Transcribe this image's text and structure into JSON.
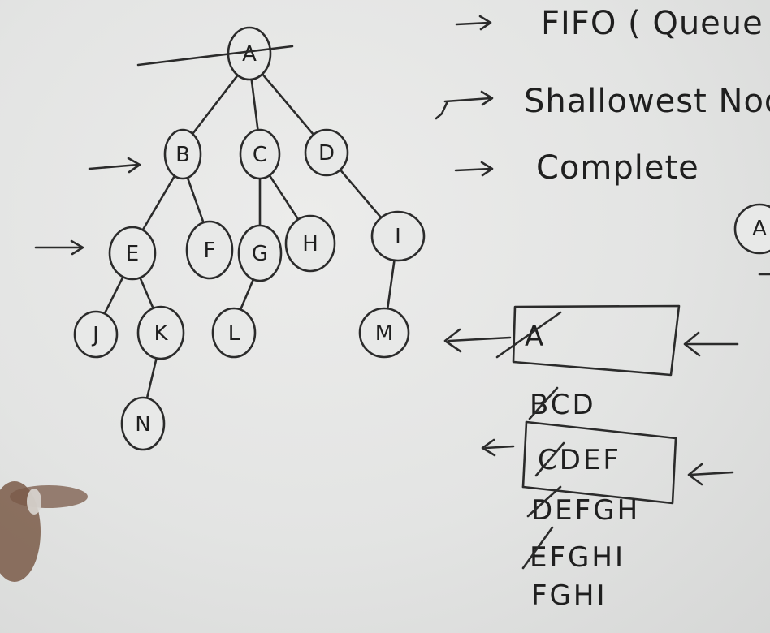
{
  "tree": {
    "root": "A",
    "nodes": [
      {
        "id": "A",
        "children": [
          "B",
          "C",
          "D"
        ]
      },
      {
        "id": "B",
        "children": [
          "E",
          "F"
        ]
      },
      {
        "id": "C",
        "children": [
          "G",
          "H"
        ]
      },
      {
        "id": "D",
        "children": [
          "I"
        ]
      },
      {
        "id": "E",
        "children": [
          "J",
          "K"
        ]
      },
      {
        "id": "F",
        "children": []
      },
      {
        "id": "G",
        "children": [
          "L"
        ]
      },
      {
        "id": "H",
        "children": []
      },
      {
        "id": "I",
        "children": [
          "M"
        ]
      },
      {
        "id": "J",
        "children": []
      },
      {
        "id": "K",
        "children": [
          "N"
        ]
      },
      {
        "id": "L",
        "children": []
      },
      {
        "id": "M",
        "children": []
      },
      {
        "id": "N",
        "children": []
      }
    ],
    "crossed_out": [
      "A"
    ]
  },
  "notes": {
    "line1": "FIFO ( Queue )",
    "line2": "Shallowest Nod",
    "line3": "Complete",
    "line2_checked": true
  },
  "side_node": "A",
  "queue": {
    "box1_content": "A",
    "box1_crossed": true,
    "states": [
      {
        "text": "BCD",
        "crossed_first": true
      },
      {
        "text": "CDEF",
        "crossed_first": true,
        "boxed": true
      },
      {
        "text": "DEFGH",
        "crossed_first": true
      },
      {
        "text": "EFGHI",
        "crossed_first": true
      },
      {
        "text": "FGHI",
        "crossed_first": false
      }
    ]
  }
}
